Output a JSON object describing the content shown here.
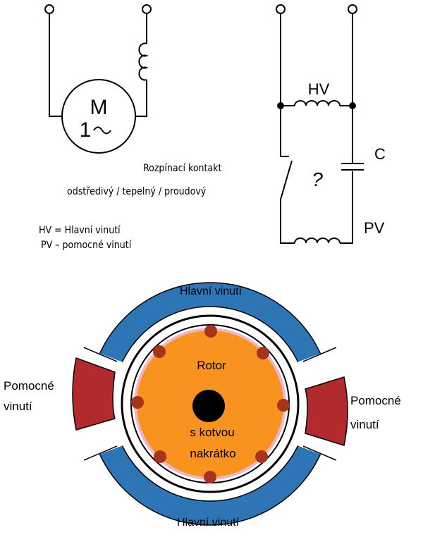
{
  "motor_symbol": {
    "letter": "M",
    "phase": "1~"
  },
  "schematic": {
    "main_winding": "HV",
    "capacitor": "C",
    "aux_winding": "PV",
    "switch_unknown": "?"
  },
  "notes": {
    "contact_line1": "Rozpínací kontakt",
    "contact_line2": "odstředivý / tepelný / proudový",
    "legend_hv": "HV = Hlavní vinutí",
    "legend_pv": "PV – pomocné vinutí"
  },
  "cross_section": {
    "main_top": "Hlavní vinutí",
    "main_bottom": "Hlavní vinutí",
    "aux_left_line1": "Pomocné",
    "aux_left_line2": "vinutí",
    "aux_right_line1": "Pomocné",
    "aux_right_line2": "vinutí",
    "rotor_line1": "Rotor",
    "rotor_line2": "s kotvou",
    "rotor_line3": "nakrátko"
  },
  "colors": {
    "main_winding": "#2e75b6",
    "aux_winding": "#b22a2e",
    "rotor": "#f7931e",
    "rotor_bars": "#a8331c",
    "shaft": "#000000",
    "ring_pink": "#f0b6c8"
  }
}
